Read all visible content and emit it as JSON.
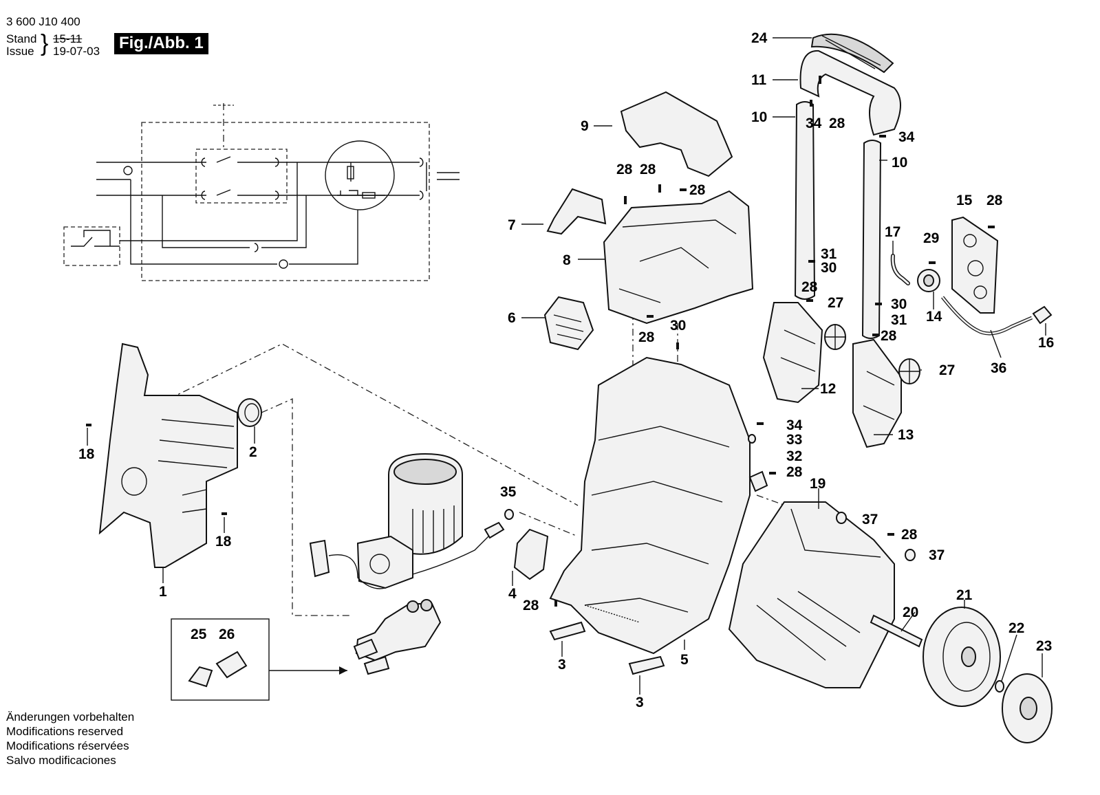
{
  "header": {
    "doc_number": "3 600 J10 400",
    "stand_label": "Stand",
    "issue_label": "Issue",
    "stand_value_struck": "15-11",
    "issue_value": "19-07-03",
    "figure_label": "Fig./Abb. 1"
  },
  "footer": {
    "lines": [
      "Änderungen vorbehalten",
      "Modifications reserved",
      "Modifications réservées",
      "Salvo modificaciones"
    ]
  },
  "part_labels": {
    "p1": "1",
    "p2": "2",
    "p3a": "3",
    "p3b": "3",
    "p4": "4",
    "p5": "5",
    "p6": "6",
    "p7": "7",
    "p8": "8",
    "p9": "9",
    "p10a": "10",
    "p10b": "10",
    "p11": "11",
    "p12": "12",
    "p13": "13",
    "p14": "14",
    "p15": "15",
    "p16": "16",
    "p17": "17",
    "p18a": "18",
    "p18b": "18",
    "p19": "19",
    "p20": "20",
    "p21": "21",
    "p22": "22",
    "p23": "23",
    "p24": "24",
    "p25": "25",
    "p26": "26",
    "p27a": "27",
    "p27b": "27",
    "p28a": "28",
    "p28b": "28",
    "p28c": "28",
    "p28d": "28",
    "p28e": "28",
    "p28f": "28",
    "p28g": "28",
    "p28h": "28",
    "p28i": "28",
    "p28j": "28",
    "p28k": "28",
    "p29": "29",
    "p30a": "30",
    "p30b": "30",
    "p30c": "30",
    "p31a": "31",
    "p31b": "31",
    "p32": "32",
    "p33": "33",
    "p34a": "34",
    "p34b": "34",
    "p34c": "34",
    "p35": "35",
    "p36": "36",
    "p37a": "37",
    "p37b": "37"
  }
}
